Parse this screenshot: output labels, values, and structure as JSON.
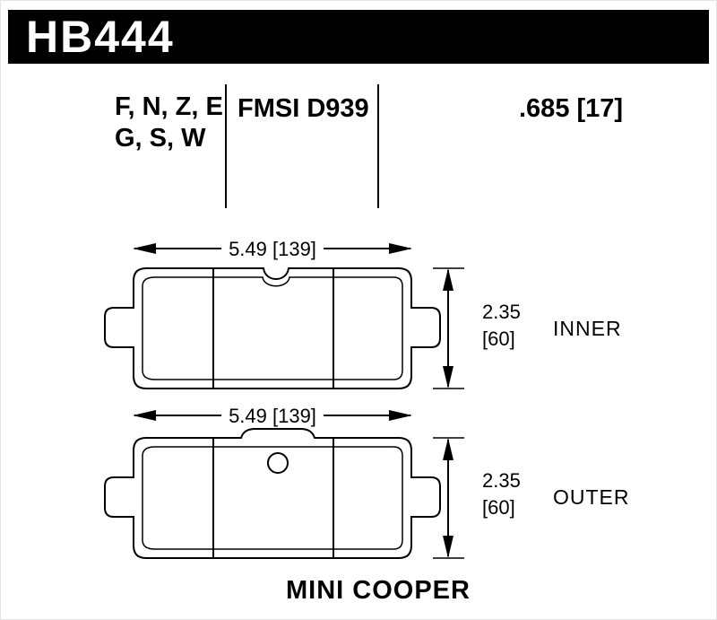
{
  "header": {
    "part_number": "HB444"
  },
  "specs": {
    "compound_codes_line1": "F, N, Z, E",
    "compound_codes_line2": "G, S, W",
    "fmsi_number": "FMSI D939",
    "nominal_thickness": ".685 [17]"
  },
  "inner_pad": {
    "label": "INNER",
    "width_dim": "5.49 [139]",
    "thickness_in": "2.35",
    "thickness_mm": "[60]"
  },
  "outer_pad": {
    "label": "OUTER",
    "width_dim": "5.49 [139]",
    "thickness_in": "2.35",
    "thickness_mm": "[60]"
  },
  "footer": {
    "vehicle": "MINI COOPER"
  },
  "colors": {
    "ink": "#000000",
    "paper": "#ffffff",
    "header_bar": "#000000"
  }
}
